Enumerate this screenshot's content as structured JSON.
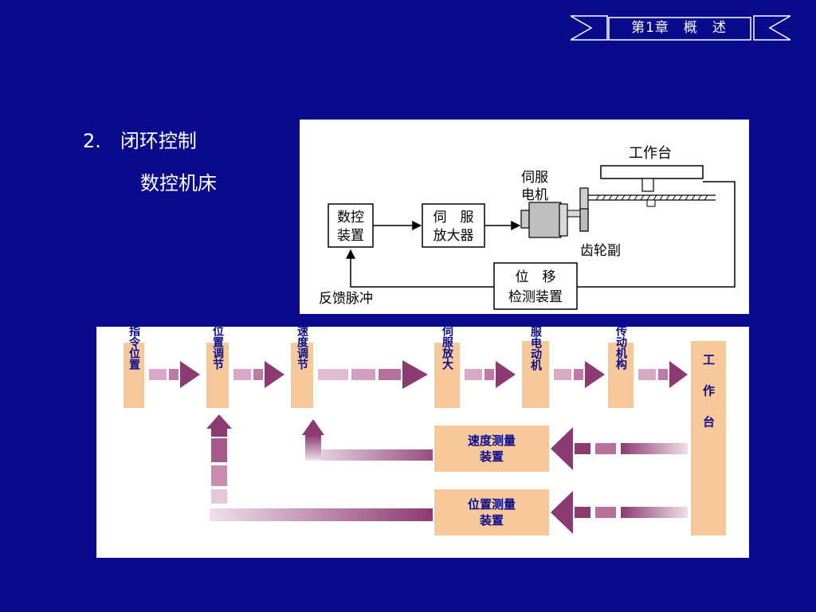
{
  "header": {
    "chapter_label": "第1章　概　述"
  },
  "content": {
    "heading": "2.　闭环控制",
    "subheading": "数控机床"
  },
  "top_diagram": {
    "worktable_label": "工作台",
    "servo_motor_line1": "伺服",
    "servo_motor_line2": "电机",
    "cnc_line1": "数控",
    "cnc_line2": "装置",
    "amp_line1": "伺　服",
    "amp_line2": "放大器",
    "gear_label": "齿轮副",
    "detector_line1": "位　移",
    "detector_line2": "检测装置",
    "feedback_label": "反馈脉冲"
  },
  "bottom_diagram": {
    "blocks": [
      {
        "label": "指令位置"
      },
      {
        "label": "位置调节"
      },
      {
        "label": "速度调节"
      },
      {
        "label": "伺服放大"
      },
      {
        "label": "伺服电动机"
      },
      {
        "label": "传动机构"
      }
    ],
    "worktable": "工作台",
    "speed_measure_line1": "速度测量",
    "speed_measure_line2": "装置",
    "position_measure_line1": "位置测量",
    "position_measure_line2": "装置",
    "colors": {
      "block_fill": "#f7c99a",
      "arrow_color": "#8c3a72",
      "block_text": "#0a0b8c"
    }
  }
}
